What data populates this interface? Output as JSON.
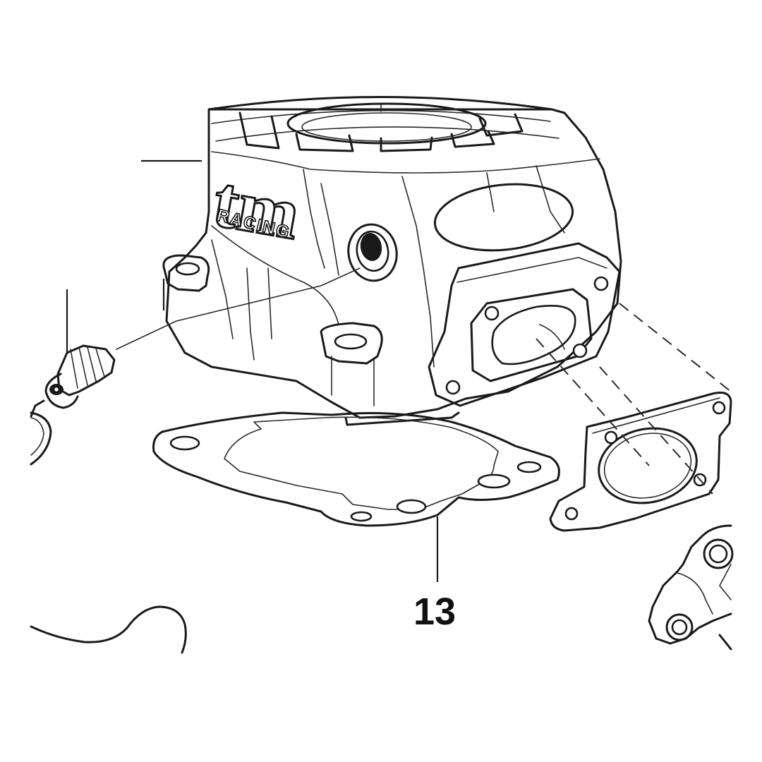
{
  "callouts": {
    "base_gasket_number": "13"
  },
  "logo": {
    "brand_mark": "tm",
    "brand_sub": "RACING"
  },
  "colors": {
    "line": "#1a1a1a",
    "background": "#ffffff"
  }
}
